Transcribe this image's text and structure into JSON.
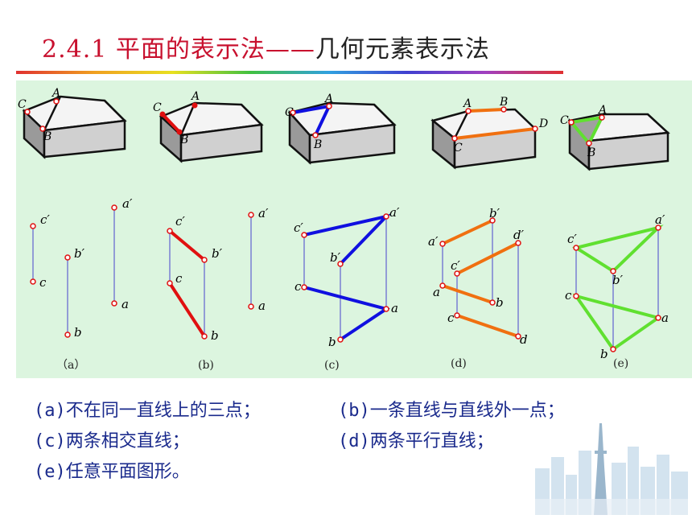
{
  "title": {
    "number": "2.4.1",
    "main": "平面的表示法——",
    "rest": "几何元素表示法"
  },
  "panels": [
    {
      "id": "a",
      "label": "（a）",
      "points": [
        "c′",
        "c",
        "b′",
        "b",
        "a′",
        "a"
      ],
      "box_labels": [
        "C",
        "A",
        "B"
      ]
    },
    {
      "id": "b",
      "label": "(b)",
      "points": [
        "c′",
        "c",
        "b′",
        "b",
        "a′",
        "a"
      ],
      "box_labels": [
        "C",
        "A",
        "B"
      ]
    },
    {
      "id": "c",
      "label": "(c)",
      "points": [
        "c′",
        "c",
        "b′",
        "b",
        "a′",
        "a"
      ],
      "box_labels": [
        "C",
        "A",
        "B"
      ]
    },
    {
      "id": "d",
      "label": "(d)",
      "points": [
        "a′",
        "a",
        "b′",
        "b",
        "c′",
        "c",
        "d′",
        "d"
      ],
      "box_labels": [
        "A",
        "B",
        "C",
        "D"
      ]
    },
    {
      "id": "e",
      "label": "(e)",
      "points": [
        "c′",
        "c",
        "b′",
        "b",
        "a′",
        "a"
      ],
      "box_labels": [
        "C",
        "A",
        "B"
      ]
    }
  ],
  "captions": {
    "a": "(a)不在同一直线上的三点；",
    "b": "(b)一条直线与直线外一点；",
    "c": "(c)两条相交直线；",
    "d": "(d)两条平行直线；",
    "e": "(e)任意平面图形。"
  },
  "colors": {
    "title": "#c8102e",
    "caption": "#1a2a8c",
    "panel_bg": "#dcf5df",
    "red": "#e01010",
    "blue": "#1010e0",
    "orange": "#f07010",
    "green": "#60e030"
  }
}
